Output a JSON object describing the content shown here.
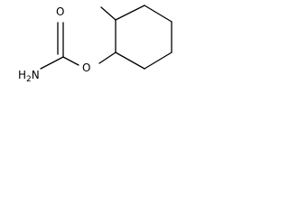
{
  "molecule": {
    "atoms": {
      "carbonyl_oxygen": "O",
      "ester_oxygen": "O",
      "amine_nitrogen": "N",
      "amine_hydrogen": "H",
      "amine_hydrogen_count": "2"
    }
  }
}
